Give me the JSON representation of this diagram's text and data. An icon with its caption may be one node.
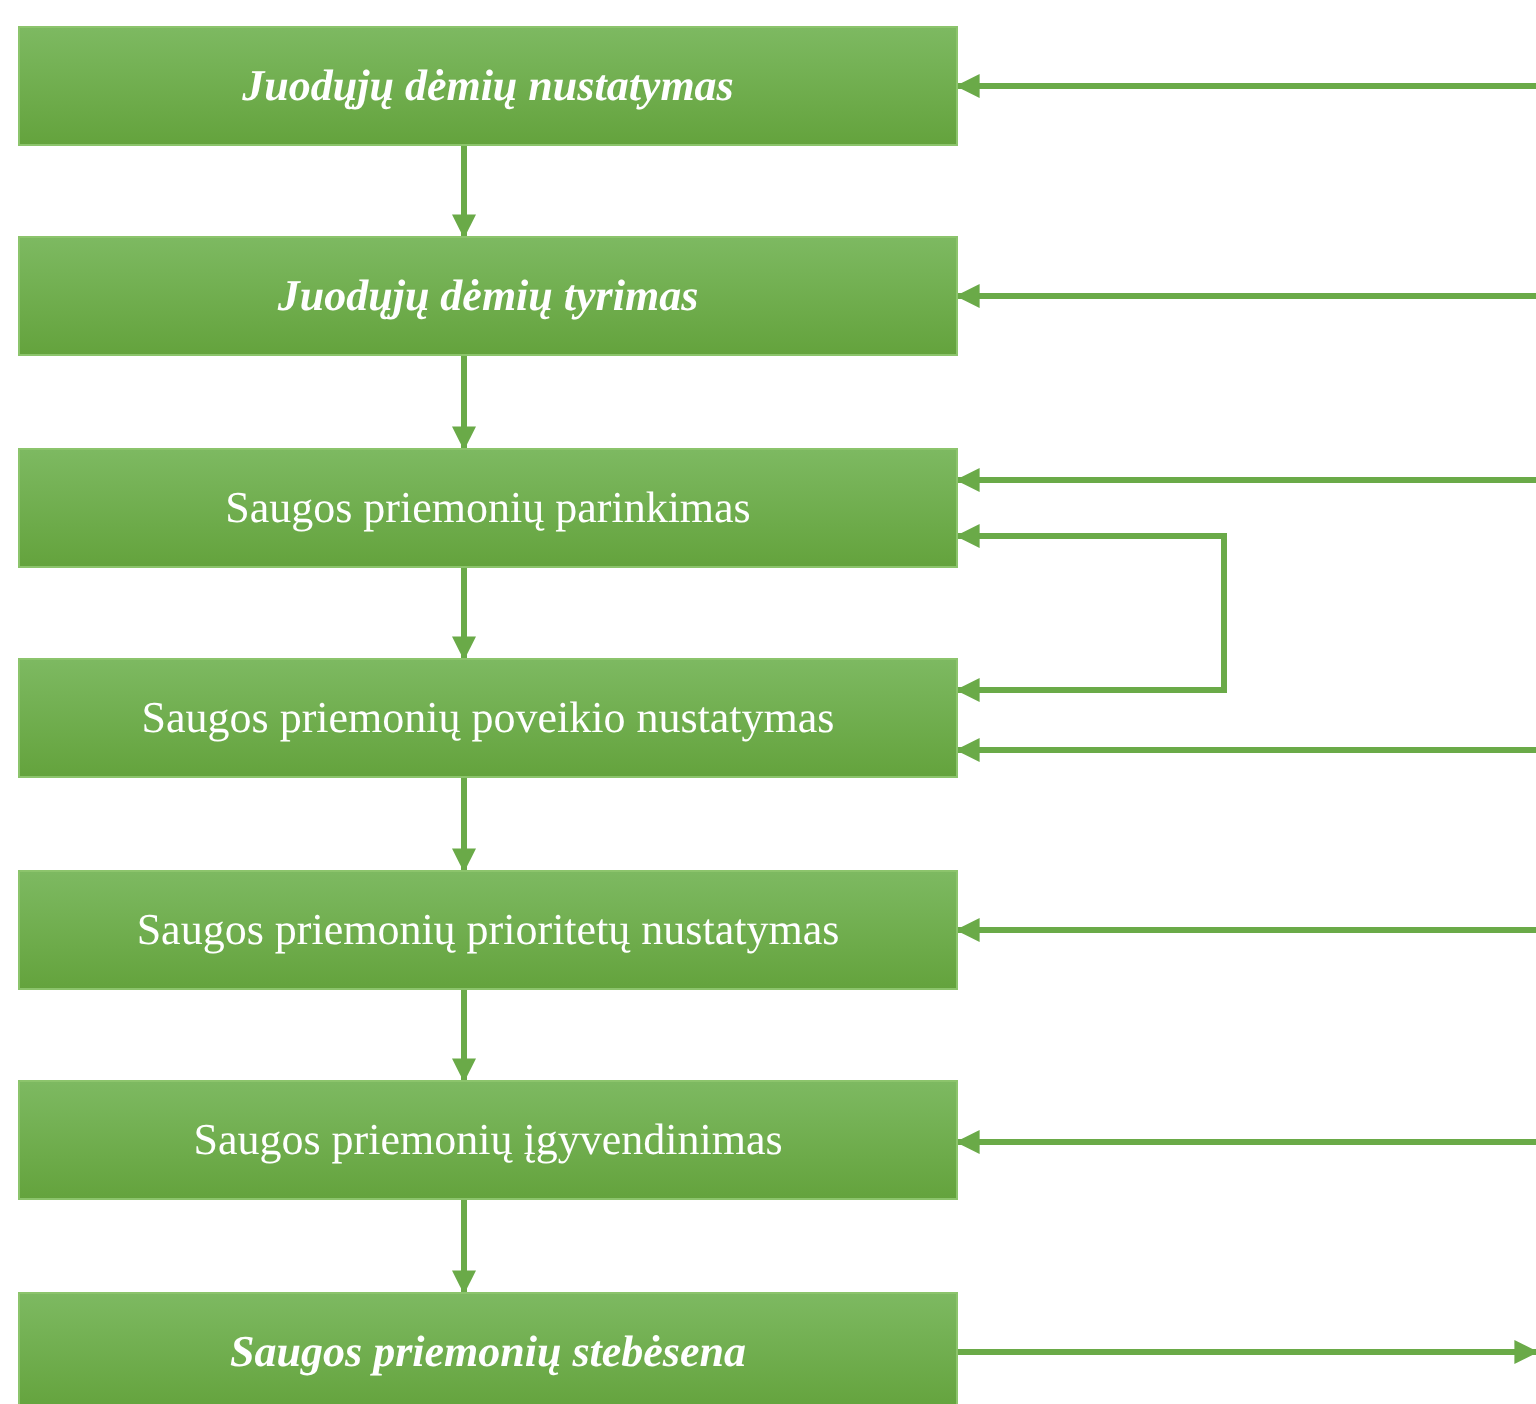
{
  "diagram": {
    "nodes": [
      {
        "text": [
          "Juodųjų dėmių nustatymas"
        ]
      },
      {
        "text": [
          "Juodųjų dėmių tyrimas"
        ]
      },
      {
        "text": [
          "Saugos priemonių parinkimas"
        ]
      },
      {
        "text": [
          "Saugos priemonių poveikio nustatymas"
        ]
      },
      {
        "text": [
          "Saugos priemonių prioritetų nustatymas"
        ]
      },
      {
        "text": [
          "Saugos priemonių įgyvendinimas"
        ]
      },
      {
        "text": [
          "Saugos priemonių stebėsena"
        ]
      }
    ],
    "edges": [
      {
        "from": 0,
        "to": 1,
        "arrow": "to"
      },
      {
        "from": 1,
        "to": 2,
        "arrow": "to"
      },
      {
        "from": 2,
        "to": 3,
        "arrow": "to"
      },
      {
        "from": 3,
        "to": 4,
        "arrow": "to"
      },
      {
        "from": 4,
        "to": 5,
        "arrow": "to"
      },
      {
        "from": 5,
        "to": 6,
        "arrow": "to"
      },
      {
        "from": 3,
        "to": 2,
        "arrow": "both"
      },
      {
        "from": null,
        "to": 0,
        "arrow": "to"
      },
      {
        "from": null,
        "to": 1,
        "arrow": "to"
      },
      {
        "from": null,
        "to": 2,
        "arrow": "to"
      },
      {
        "from": null,
        "to": 3,
        "arrow": "to"
      },
      {
        "from": null,
        "to": 4,
        "arrow": "to"
      },
      {
        "from": null,
        "to": 5,
        "arrow": "to"
      },
      {
        "from": 6,
        "to": null,
        "arrow": "to"
      }
    ]
  }
}
